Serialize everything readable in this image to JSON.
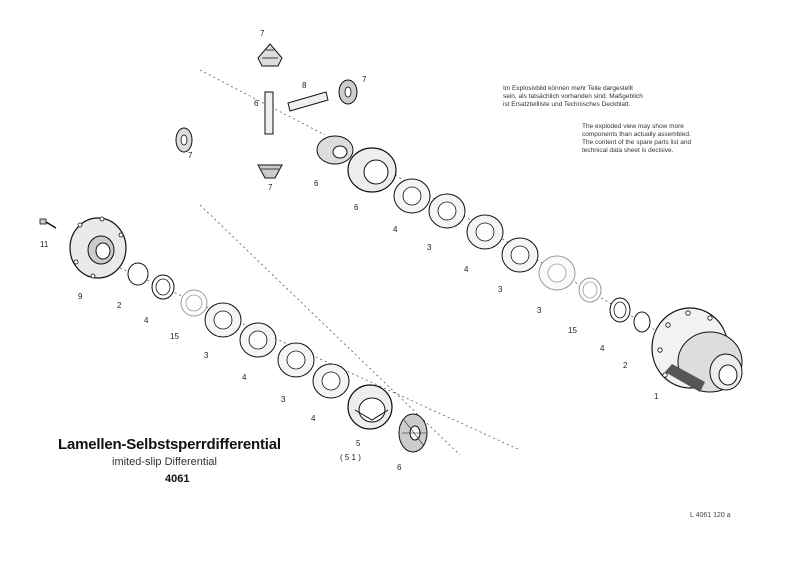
{
  "title": {
    "german": "Lamellen-Selbstsperrdifferential",
    "english": "imited-slip Differential",
    "number": "4061"
  },
  "notes": {
    "german": "Im Explosivbild können mehr Teile dargestellt\nsein, als tatsächlich vorhanden sind. Maßgeblich\nist Ersatzteilliste und Technisches Deckblatt.",
    "english": "The exploded view may show more\ncomponents than actually assembled.\nThe content of the spare parts list and\ntechnical data sheet is decisive."
  },
  "doc_ref": "L 4061 120 a",
  "part_labels": {
    "p1": "1",
    "p2a": "2",
    "p2b": "2",
    "p3a": "3",
    "p3b": "3",
    "p3c": "3",
    "p3d": "3",
    "p3e": "3",
    "p4a": "4",
    "p4b": "4",
    "p4c": "4",
    "p4d": "4",
    "p4e": "4",
    "p4f": "4",
    "p5": "5",
    "p5sub": "( 5 1 )",
    "p6a": "6",
    "p6b": "6",
    "p6c": "6",
    "p6d": "6",
    "p7a": "7",
    "p7b": "7",
    "p7c": "7",
    "p7d": "7",
    "p8": "8",
    "p9": "9",
    "p11": "11",
    "p15a": "15",
    "p15b": "15"
  }
}
